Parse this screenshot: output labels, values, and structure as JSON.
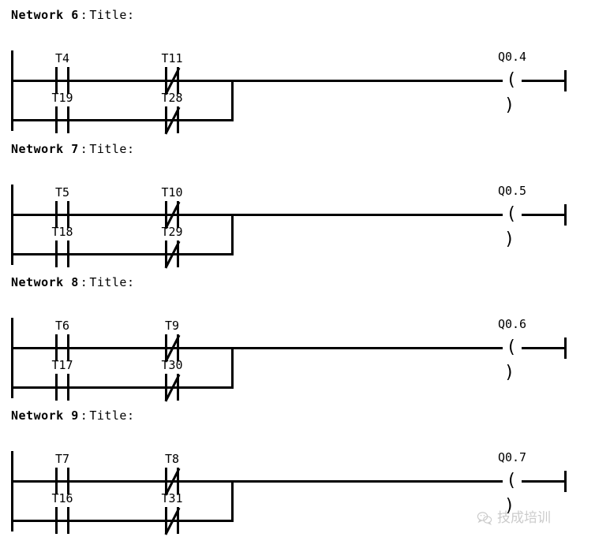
{
  "document": {
    "kind": "plc-ladder-logic-diagram",
    "language": "LAD"
  },
  "networks": [
    {
      "name": "Network 6",
      "separator": ":",
      "title": "Title:",
      "rungs": [
        {
          "contacts": [
            {
              "label": "T4",
              "type": "no"
            },
            {
              "label": "T11",
              "type": "nc"
            }
          ]
        },
        {
          "contacts": [
            {
              "label": "T19",
              "type": "no"
            },
            {
              "label": "T28",
              "type": "nc"
            }
          ]
        }
      ],
      "output": {
        "label": "Q0.4",
        "type": "coil",
        "symbol": "( )"
      }
    },
    {
      "name": "Network 7",
      "separator": ":",
      "title": "Title:",
      "rungs": [
        {
          "contacts": [
            {
              "label": "T5",
              "type": "no"
            },
            {
              "label": "T10",
              "type": "nc"
            }
          ]
        },
        {
          "contacts": [
            {
              "label": "T18",
              "type": "no"
            },
            {
              "label": "T29",
              "type": "nc"
            }
          ]
        }
      ],
      "output": {
        "label": "Q0.5",
        "type": "coil",
        "symbol": "( )"
      }
    },
    {
      "name": "Network 8",
      "separator": ":",
      "title": "Title:",
      "rungs": [
        {
          "contacts": [
            {
              "label": "T6",
              "type": "no"
            },
            {
              "label": "T9",
              "type": "nc"
            }
          ]
        },
        {
          "contacts": [
            {
              "label": "T17",
              "type": "no"
            },
            {
              "label": "T30",
              "type": "nc"
            }
          ]
        }
      ],
      "output": {
        "label": "Q0.6",
        "type": "coil",
        "symbol": "( )"
      }
    },
    {
      "name": "Network 9",
      "separator": ":",
      "title": "Title:",
      "rungs": [
        {
          "contacts": [
            {
              "label": "T7",
              "type": "no"
            },
            {
              "label": "T8",
              "type": "nc"
            }
          ]
        },
        {
          "contacts": [
            {
              "label": "T16",
              "type": "no"
            },
            {
              "label": "T31",
              "type": "nc"
            }
          ]
        }
      ],
      "output": {
        "label": "Q0.7",
        "type": "coil",
        "symbol": "( )"
      }
    }
  ],
  "watermark": {
    "text": "技成培训",
    "icon": "wechat-icon"
  },
  "colors": {
    "ink": "#000000",
    "background": "#ffffff",
    "watermark": "#555555"
  }
}
